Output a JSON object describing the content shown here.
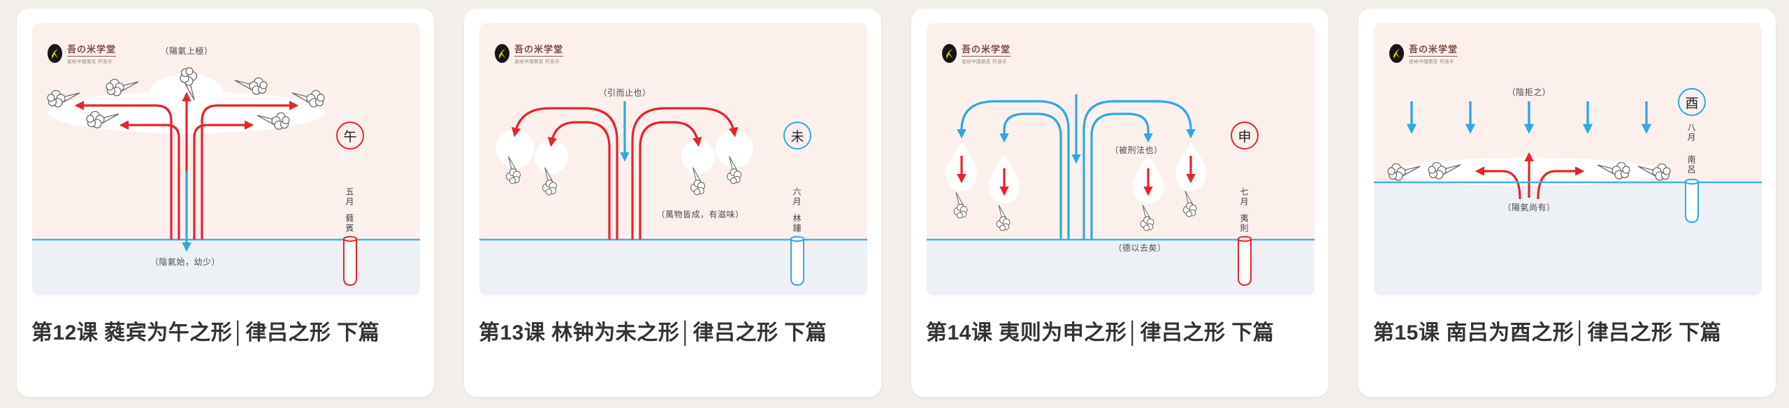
{
  "brand": {
    "name": "吾の米学堂",
    "tagline": "说给中国朋友 的音乐",
    "icon": "swallow-bird"
  },
  "colors": {
    "red": "#e5242b",
    "blue": "#2fa8e1",
    "pink_sky": "#fcf0ed",
    "underground": "#edf0f5",
    "ground_line": "#4aaee0"
  },
  "cards": [
    {
      "title": "第12课 蕤宾为午之形│律吕之形 下篇",
      "zhi": "午",
      "month": "五月",
      "lv": "蕤賓",
      "accent": "red",
      "ann_top": "（陽氣上極）",
      "ann_bottom": "（陰氣始，幼少）"
    },
    {
      "title": "第13课 林钟为未之形│律吕之形 下篇",
      "zhi": "未",
      "month": "六月",
      "lv": "林鐘",
      "accent": "blue",
      "ann_top": "（引而止也）",
      "ann_mid": "（萬物皆成，有滋味）"
    },
    {
      "title": "第14课 夷则为申之形│律吕之形 下篇",
      "zhi": "申",
      "month": "七月",
      "lv": "夷則",
      "accent": "red",
      "ann_mid": "（被刑法也）",
      "ann_bottom": "（德以去矣）"
    },
    {
      "title": "第15课 南吕为酉之形│律吕之形 下篇",
      "zhi": "酉",
      "month": "八月",
      "lv": "南呂",
      "accent": "blue",
      "ann_top": "（陰拒之）",
      "ann_bottom": "（陽氣尚有）"
    }
  ]
}
